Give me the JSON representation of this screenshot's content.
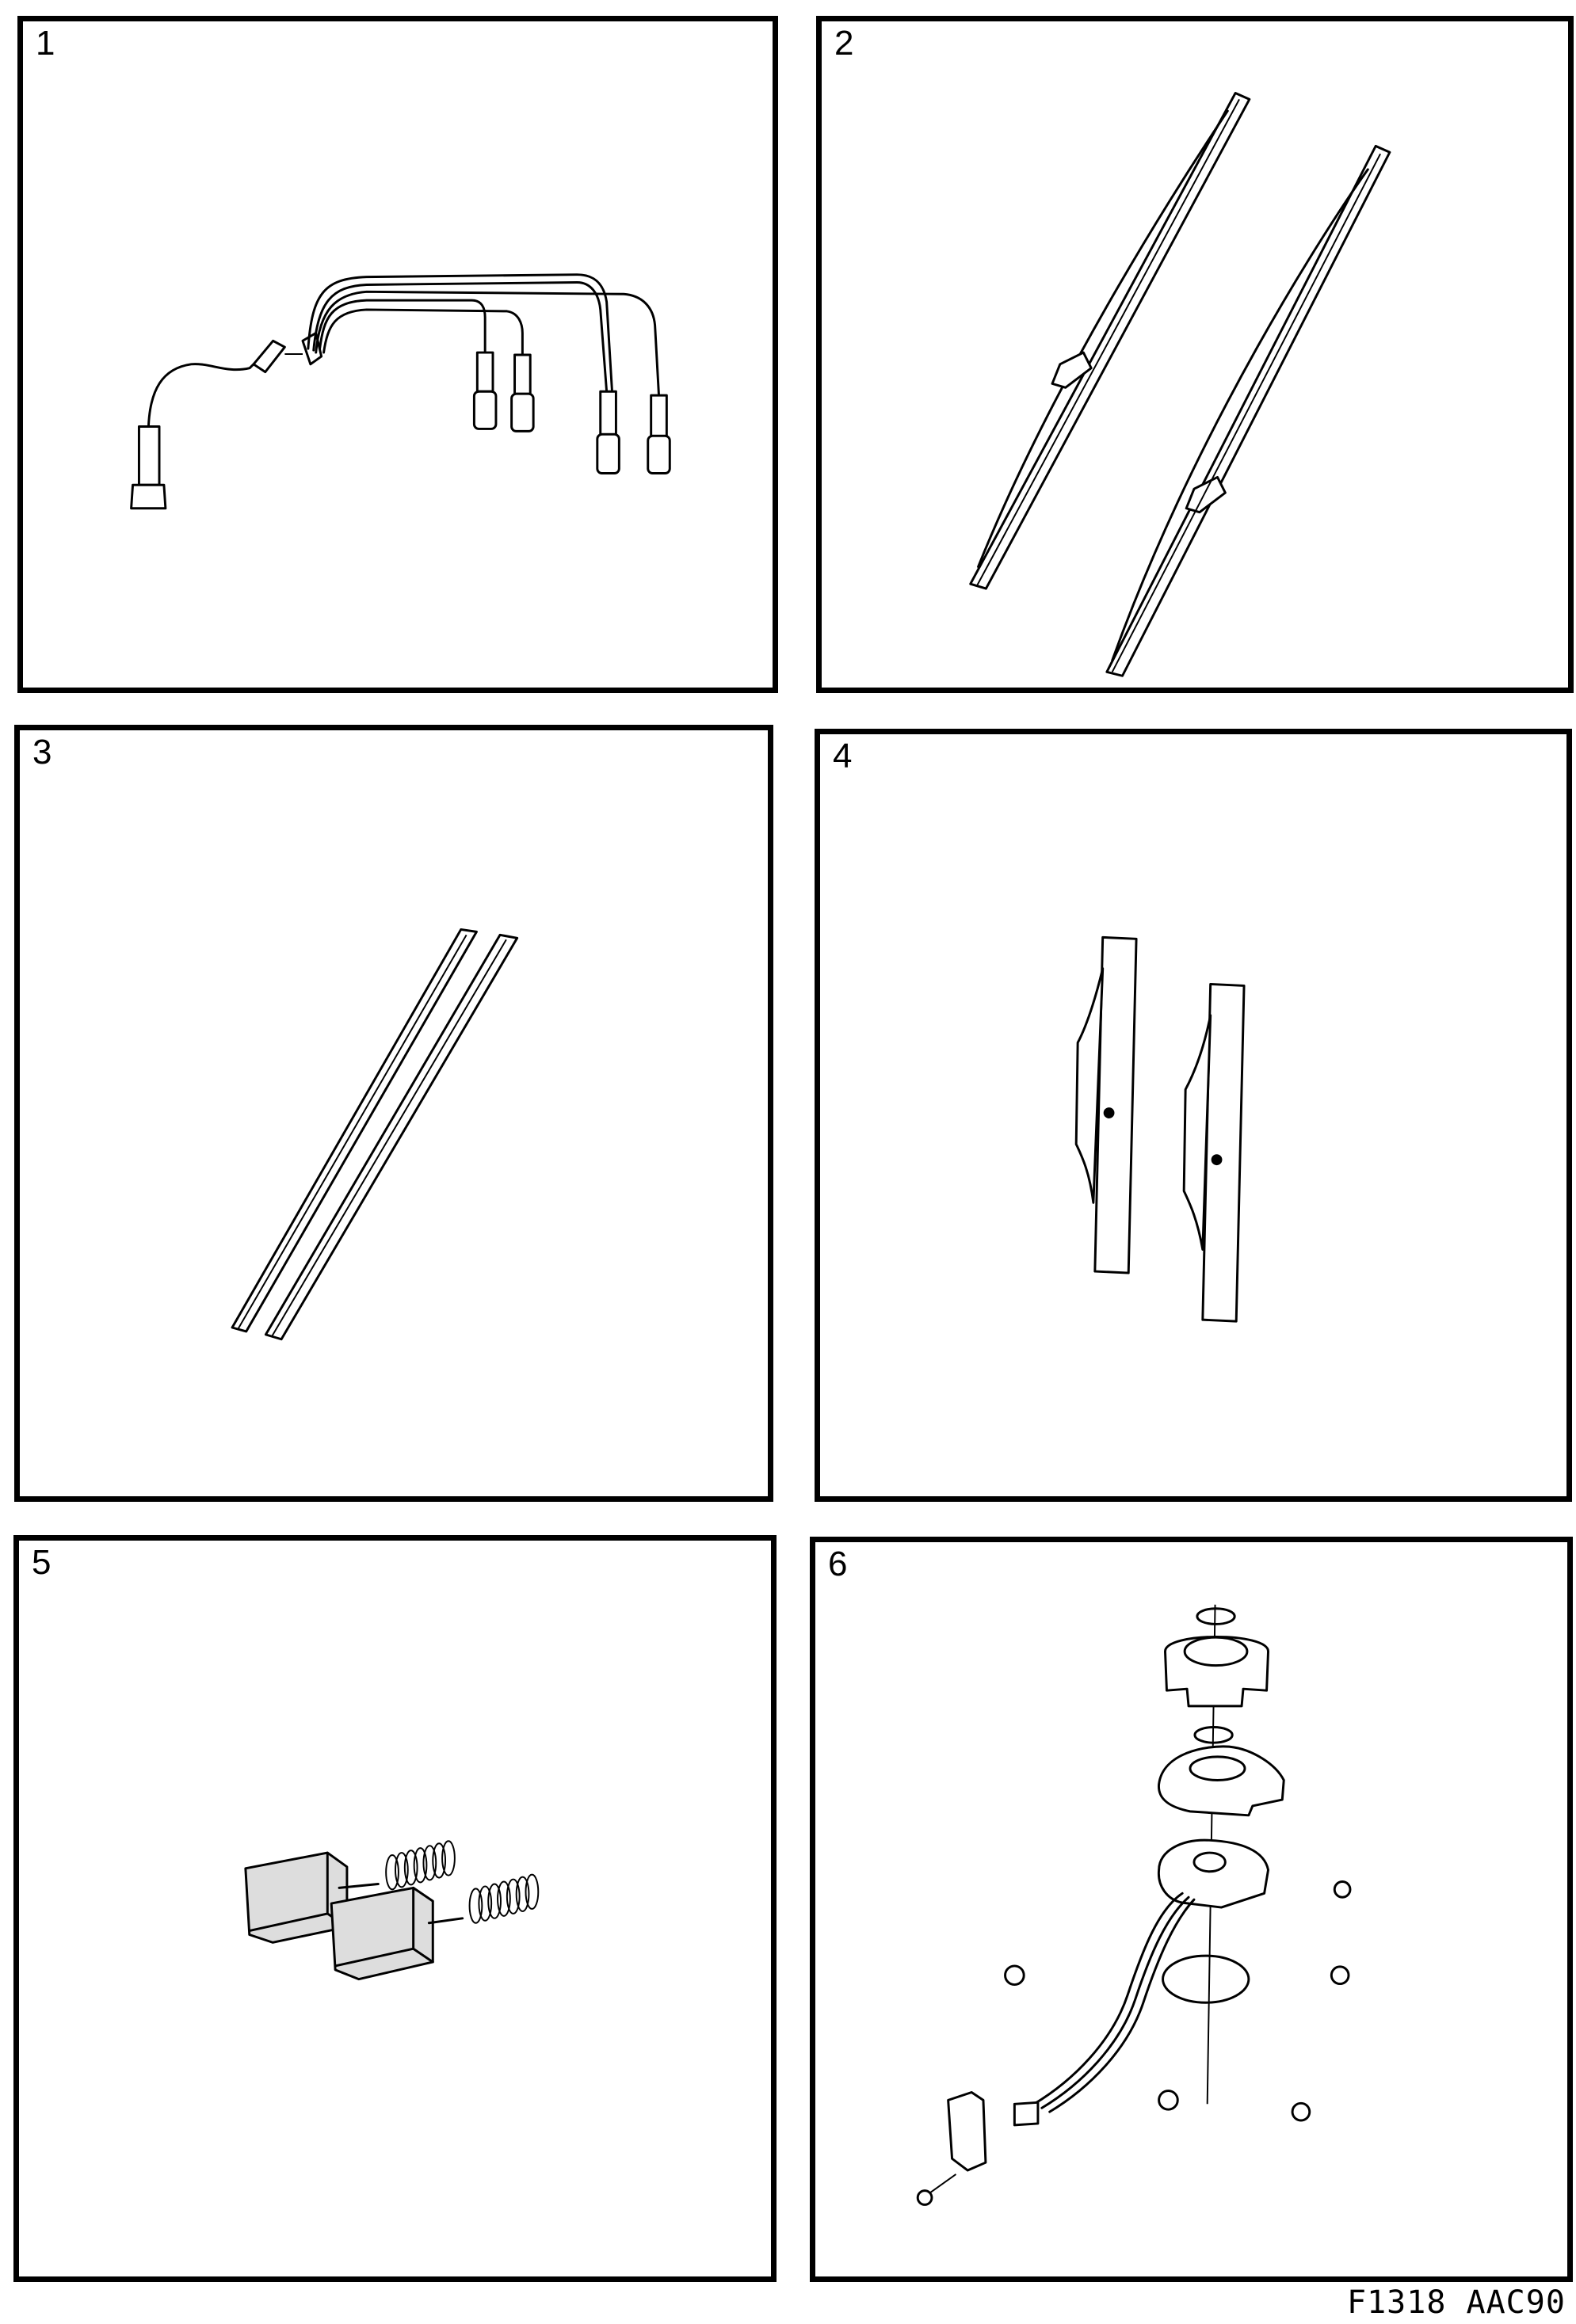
{
  "document": {
    "type": "parts illustration sheet",
    "layout": "3 rows x 2 columns of bordered panels",
    "reference_code": "F1318 AAC90"
  },
  "panels": [
    {
      "number": "1",
      "content": "ignition-lead-set",
      "description": "Ignition cable set: coil lead with boot plus four spark plug leads with connectors"
    },
    {
      "number": "2",
      "content": "wiper-blades",
      "description": "Two complete windscreen wiper blades"
    },
    {
      "number": "3",
      "content": "wiper-rubber-refills",
      "description": "Two wiper blade rubber refills"
    },
    {
      "number": "4",
      "content": "headlamp-wiper-blades",
      "description": "Two short headlamp wiper blades"
    },
    {
      "number": "5",
      "content": "carbon-brushes-springs",
      "description": "Two carbon brushes with springs"
    },
    {
      "number": "6",
      "content": "distributor-hall-sensor-kit",
      "description": "Exploded view: circlips, rotor housing, plate, Hall sensor with wiring and connector, O-ring and screws"
    }
  ],
  "colors": {
    "line": "#000000",
    "background": "#ffffff"
  }
}
